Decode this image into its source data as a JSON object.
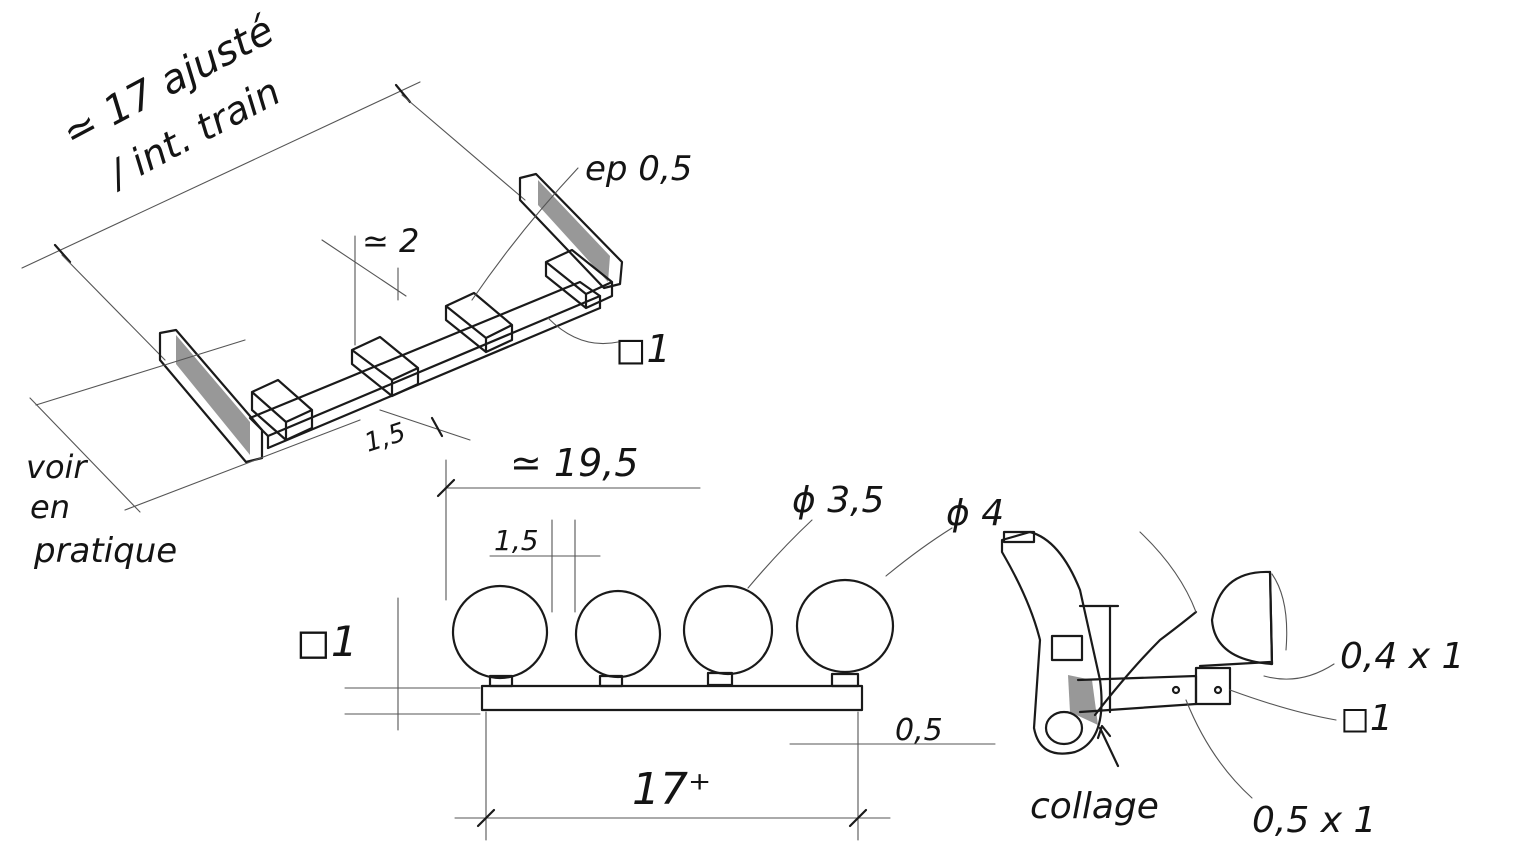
{
  "labels": {
    "overall_length": "≃ 17 ajusté",
    "overall_length_note": "/ int. train",
    "rail_thickness": "ep 0,5",
    "block_spacing": "≃ 2",
    "bar_section_top": "◻1",
    "block_width_top": "1,5",
    "width_note_1": "voir",
    "width_note_2": "en",
    "width_note_3": "pratique",
    "front_width": "≃ 19,5",
    "lamp_width": "1,5",
    "lamp_small_diam": "ϕ 3,5",
    "lamp_large_diam": "ϕ 4",
    "bar_section_front": "◻1",
    "bar_height": "0,5",
    "bar_length": "17⁺",
    "bracket_plate": "0,4 x 1",
    "bracket_section": "◻1",
    "bracket_arm": "0,5 x 1",
    "glue_note": "collage"
  }
}
